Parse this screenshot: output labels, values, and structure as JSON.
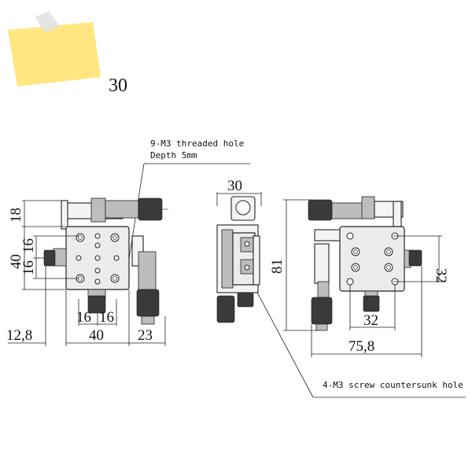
{
  "note": {
    "label": "30",
    "color": "#ffe680"
  },
  "callouts": {
    "threaded_line1": "9-M3 threaded hole",
    "threaded_line2": "Depth 5mm",
    "countersunk": "4-M3 screw countersunk hole"
  },
  "dimensions": {
    "left_18": "18",
    "left_40": "40",
    "left_16_upper": "16",
    "left_16_lower": "16",
    "bottom_16_a": "16",
    "bottom_16_b": "16",
    "bottom_12_8": "12,8",
    "bottom_40": "40",
    "bottom_23": "23",
    "side_30": "30",
    "right_81": "81",
    "right_32_v": "32",
    "right_32_h": "32",
    "right_75_8": "75,8"
  }
}
